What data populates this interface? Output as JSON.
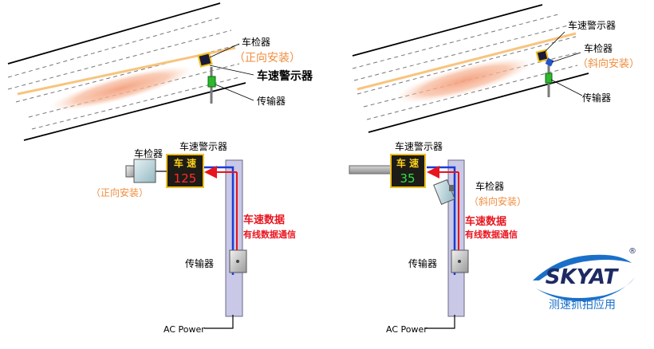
{
  "top_left": {
    "detector_label": "车检器",
    "install_note": "（正向安装）",
    "sign_label": "车速警示器",
    "transmitter_label": "传输器"
  },
  "top_right": {
    "sign_label": "车速警示器",
    "detector_label": "车检器",
    "install_note": "（斜向安装）",
    "transmitter_label": "传输器"
  },
  "bottom_left": {
    "sign_title": "车速警示器",
    "sign_word": "车 速",
    "speed_value": "125",
    "detector_label": "车检器",
    "install_note": "（正向安装）",
    "data_label": "车速数据",
    "comm_label": "有线数据通信",
    "transmitter_label": "传输器",
    "power_label": "AC Power"
  },
  "bottom_right": {
    "sign_title": "车速警示器",
    "sign_word": "车 速",
    "speed_value": "35",
    "detector_label": "车检器",
    "install_note": "（斜向安装）",
    "data_label": "车速数据",
    "comm_label": "有线数据通信",
    "transmitter_label": "传输器",
    "power_label": "AC Power"
  },
  "brand": {
    "logo": "SKYAT",
    "registered": "®",
    "tagline": "测速抓拍应用"
  },
  "colors": {
    "orange_note": "#f08c3c",
    "red_text": "#e8141e",
    "lane_orange": "#f7c47e",
    "pole_fill": "#c9c8e6",
    "sign_bg": "#1e1c16",
    "sign_yellow": "#ffd21c",
    "speed_red": "#ff2d2d",
    "speed_green": "#2fe04a",
    "brand_blue": "#1a70c8"
  }
}
